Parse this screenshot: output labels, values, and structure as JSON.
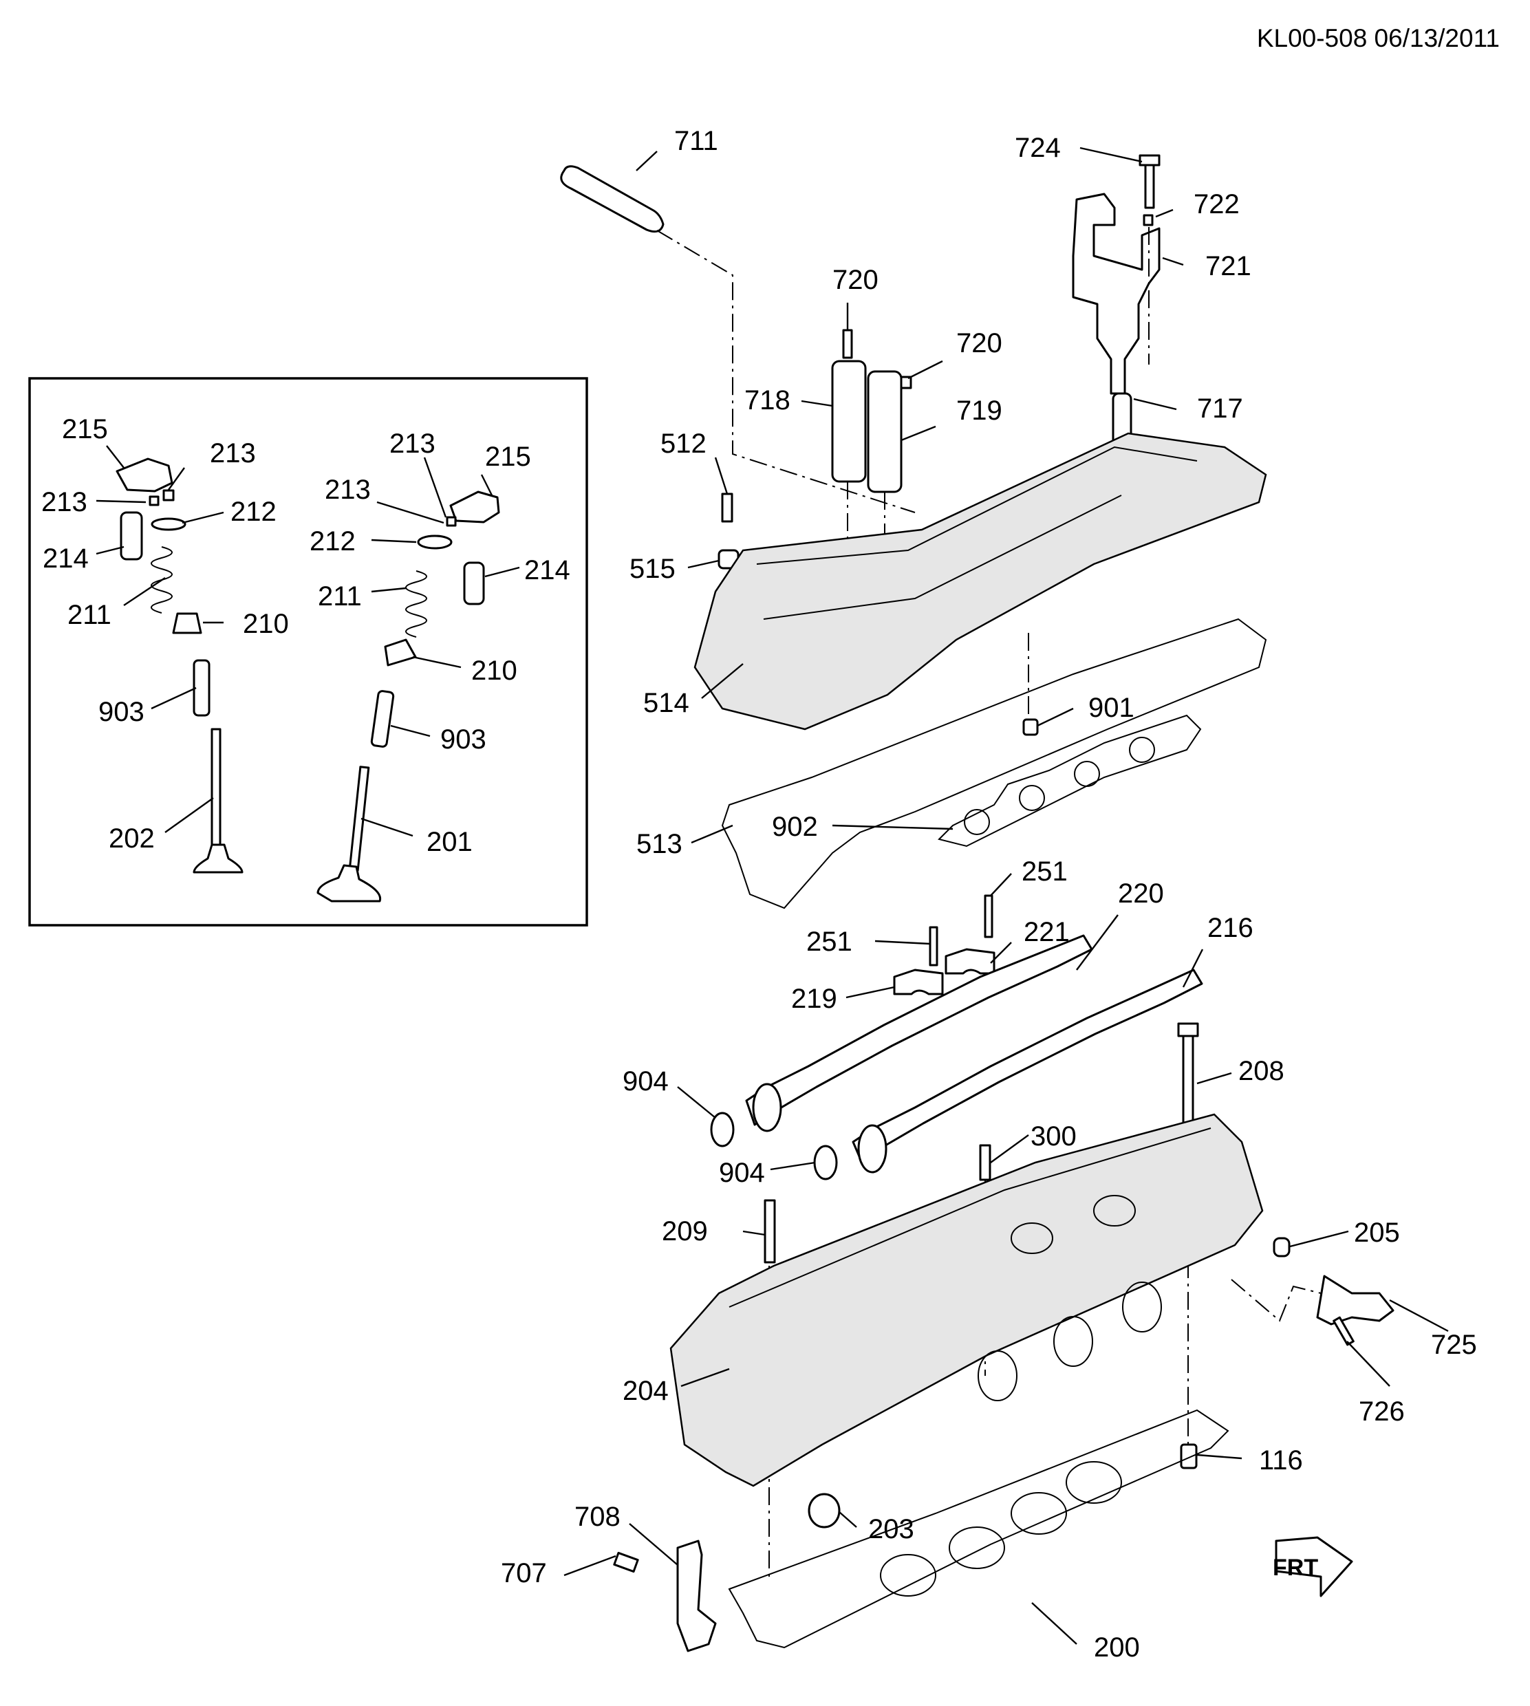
{
  "header": {
    "ref_code": "KL00-508 06/13/2011"
  },
  "inset": {
    "labels": [
      "215",
      "213",
      "213",
      "212",
      "214",
      "211",
      "210",
      "903",
      "202",
      "213",
      "213",
      "215",
      "212",
      "214",
      "211",
      "210",
      "903",
      "201"
    ]
  },
  "main": {
    "labels": [
      "711",
      "724",
      "722",
      "721",
      "720",
      "720",
      "718",
      "719",
      "717",
      "512",
      "515",
      "514",
      "901",
      "902",
      "513",
      "251",
      "251",
      "221",
      "220",
      "216",
      "219",
      "904",
      "904",
      "208",
      "300",
      "209",
      "205",
      "725",
      "726",
      "204",
      "116",
      "708",
      "203",
      "707",
      "200"
    ]
  },
  "front_arrow": {
    "text": "FRT"
  },
  "colors": {
    "line": "#000000",
    "background": "#ffffff",
    "shade": "#e6e6e6"
  }
}
